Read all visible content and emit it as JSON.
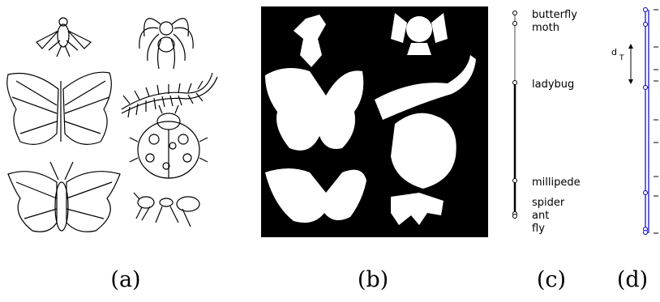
{
  "panels": [
    {
      "caption": "(a)"
    },
    {
      "caption": "(b)"
    },
    {
      "caption": "(c)"
    },
    {
      "caption": "(d)"
    }
  ],
  "hierarchy_labels": [
    "butterfly",
    "moth",
    "ladybug",
    "millipede",
    "spider",
    "ant",
    "fly"
  ],
  "distance_label": "d",
  "distance_subscript": "T",
  "colors": {
    "line_dark": "#000000",
    "line_gray": "#888888",
    "dendrogram_blue": "#0000cc"
  },
  "icons": [
    "fly-icon",
    "spider-icon",
    "butterfly-icon",
    "millipede-icon",
    "ladybug-icon",
    "moth-icon",
    "ant-icon"
  ]
}
